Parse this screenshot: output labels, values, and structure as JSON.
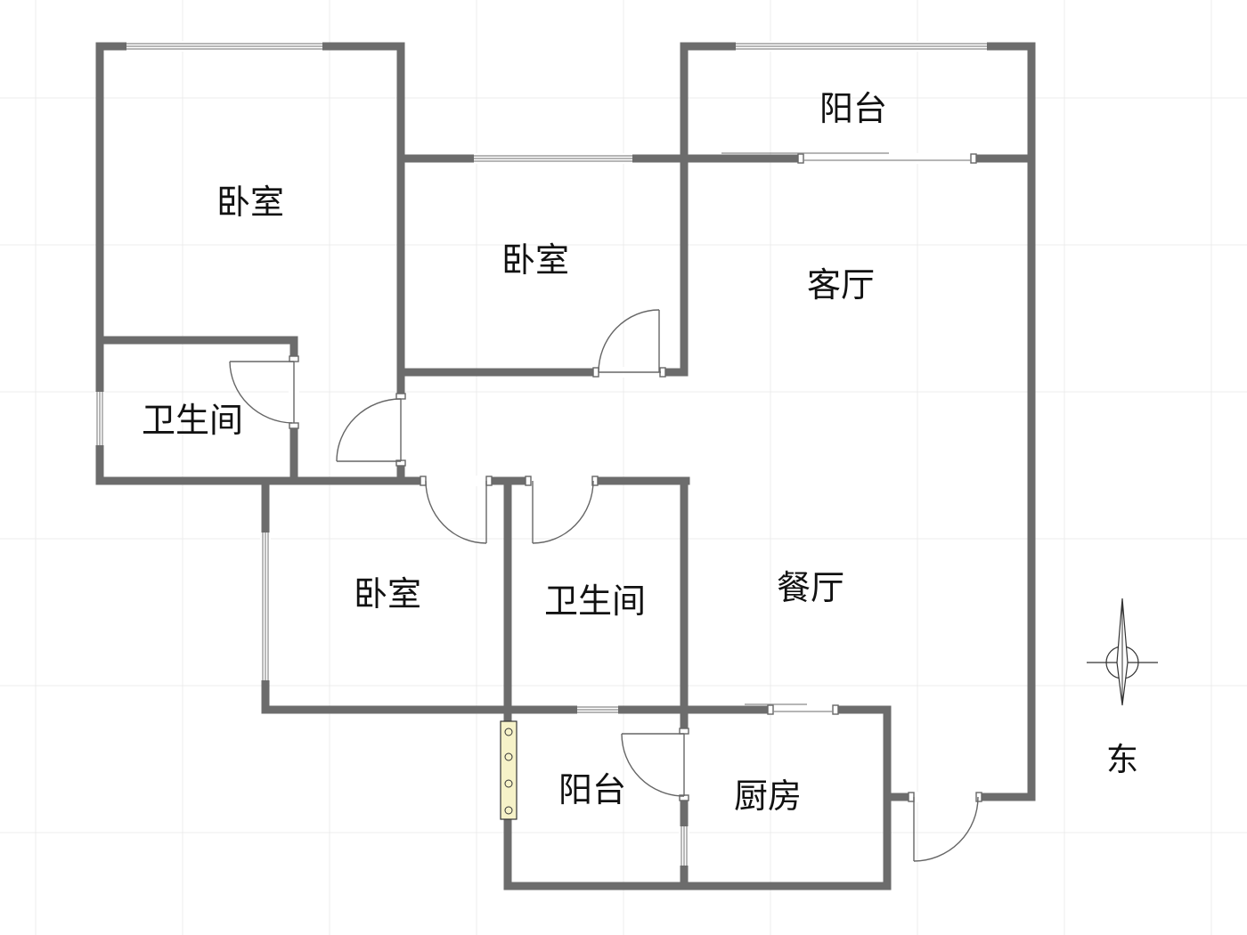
{
  "rooms": {
    "bedroom_nw": "卧室",
    "bedroom_center": "卧室",
    "bedroom_south": "卧室",
    "bathroom_west": "卫生间",
    "bathroom_south": "卫生间",
    "balcony_north": "阳台",
    "balcony_south": "阳台",
    "living_room": "客厅",
    "dining_room": "餐厅",
    "kitchen": "厨房"
  },
  "compass": {
    "label": "东",
    "icon": "compass-icon"
  },
  "colors": {
    "wall": "#6c6c6c",
    "grid": "#ececec",
    "cabinet": "#f6f2c8"
  }
}
